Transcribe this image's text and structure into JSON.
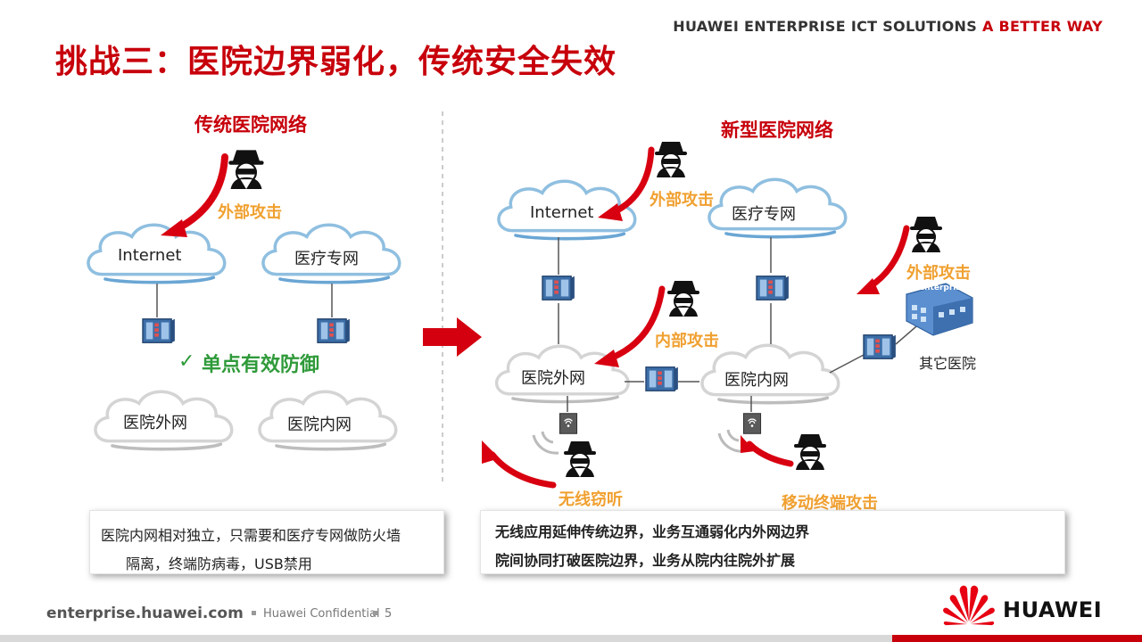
{
  "header": {
    "tagline_main": "HUAWEI ENTERPRISE ICT SOLUTIONS",
    "tagline_accent": "A BETTER WAY",
    "title": "挑战三：医院边界弱化，传统安全失效"
  },
  "left": {
    "section_title": "传统医院网络",
    "attack_external": "外部攻击",
    "cloud_internet": "Internet",
    "cloud_medical_net": "医疗专网",
    "single_point": "单点有效防御",
    "cloud_outer": "医院外网",
    "cloud_inner": "医院内网",
    "description_line1": "医院内网相对独立，只需要和医疗专网做防火墙",
    "description_line2": "隔离，终端防病毒，USB禁用"
  },
  "right": {
    "section_title": "新型医院网络",
    "cloud_internet": "Internet",
    "cloud_medical_net": "医疗专网",
    "attack_external_1": "外部攻击",
    "attack_external_2": "外部攻击",
    "attack_internal": "内部攻击",
    "cloud_outer": "医院外网",
    "cloud_inner": "医院内网",
    "other_hospital": "其它医院",
    "building_label": "Enterprise",
    "wireless_sniff": "无线窃听",
    "mobile_attack": "移动终端攻击",
    "description_line1": "无线应用延伸传统边界，业务互通弱化内外网边界",
    "description_line2": "院间协同打破医院边界，业务从院内往院外扩展"
  },
  "footer": {
    "site": "enterprise.huawei.com",
    "confidential": "Huawei Confidential",
    "page": "5",
    "brand": "HUAWEI"
  },
  "colors": {
    "brand_red": "#c7000b",
    "attack_orange": "#f0a030",
    "defense_green": "#2f9a3a"
  }
}
